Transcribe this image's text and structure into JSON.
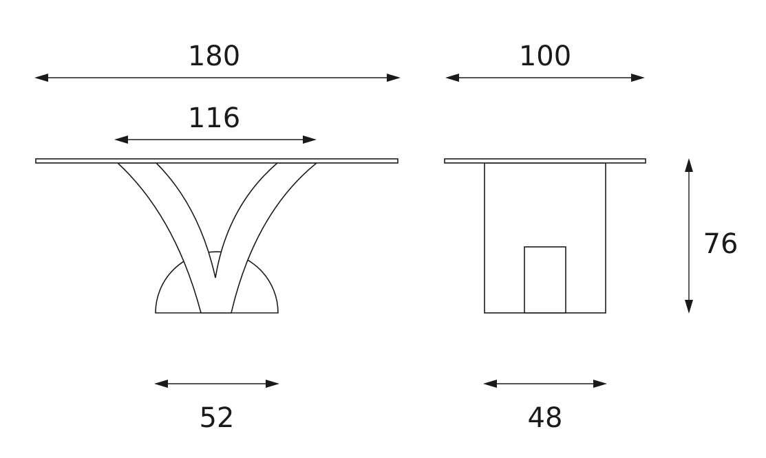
{
  "dimensions": {
    "front_length": "180",
    "top_span": "116",
    "base_width_front": "52",
    "side_depth": "100",
    "height": "76",
    "base_width_side": "48"
  }
}
